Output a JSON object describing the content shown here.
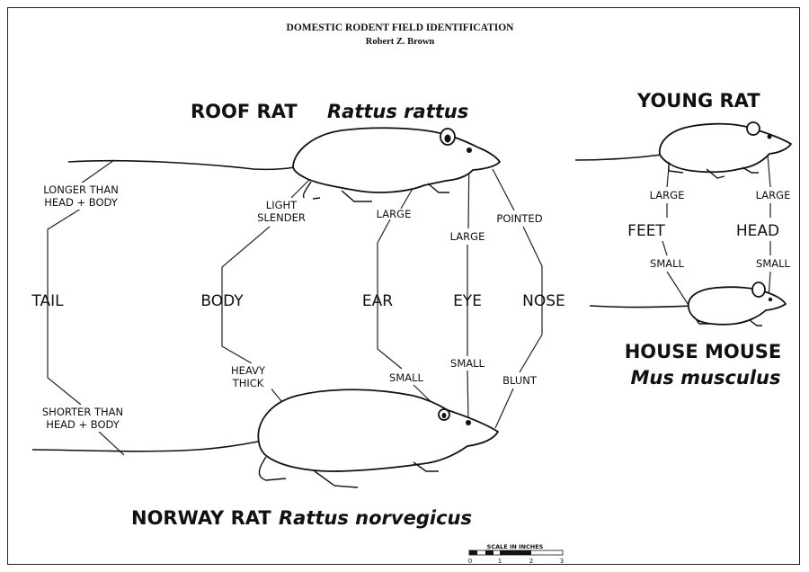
{
  "header": {
    "title": "DOMESTIC RODENT FIELD IDENTIFICATION",
    "author": "Robert Z. Brown"
  },
  "species": {
    "roof_rat": {
      "common": "ROOF RAT",
      "scientific": "Rattus rattus"
    },
    "norway_rat": {
      "common": "NORWAY RAT",
      "scientific": "Rattus norvegicus"
    },
    "young_rat": {
      "common": "YOUNG RAT"
    },
    "house_mouse": {
      "common": "HOUSE MOUSE",
      "scientific": "Mus musculus"
    }
  },
  "features": {
    "tail": {
      "label": "TAIL",
      "roof_line1": "LONGER THAN",
      "roof_line2": "HEAD + BODY",
      "norway_line1": "SHORTER THAN",
      "norway_line2": "HEAD + BODY"
    },
    "body": {
      "label": "BODY",
      "roof_line1": "LIGHT",
      "roof_line2": "SLENDER",
      "norway_line1": "HEAVY",
      "norway_line2": "THICK"
    },
    "ear": {
      "label": "EAR",
      "roof": "LARGE",
      "norway": "SMALL"
    },
    "eye": {
      "label": "EYE",
      "roof": "LARGE",
      "norway": "SMALL"
    },
    "nose": {
      "label": "NOSE",
      "roof": "POINTED",
      "norway": "BLUNT"
    },
    "feet": {
      "label": "FEET",
      "young": "LARGE",
      "mouse": "SMALL"
    },
    "head": {
      "label": "HEAD",
      "young": "LARGE",
      "mouse": "SMALL"
    }
  },
  "scale_bar": {
    "label": "SCALE IN INCHES",
    "ticks": [
      "0",
      "1",
      "2",
      "3"
    ]
  }
}
